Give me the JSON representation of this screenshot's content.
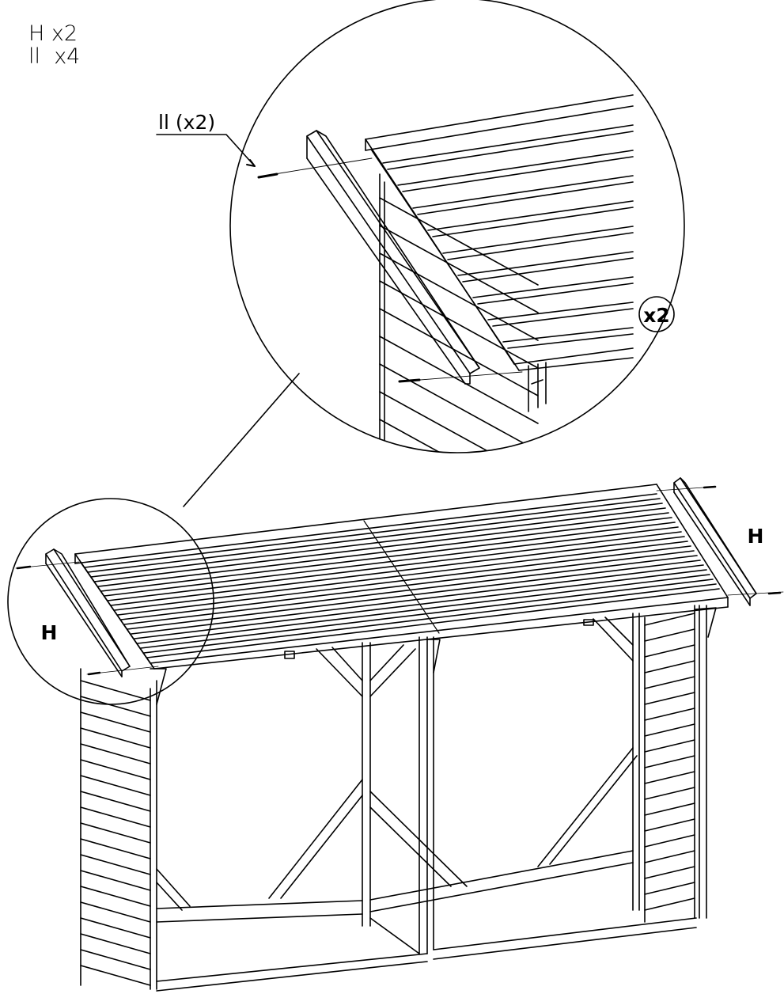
{
  "parts_list": [
    {
      "code": "H",
      "qty": "x2"
    },
    {
      "code": "ll",
      "qty": "x4"
    }
  ],
  "callout": {
    "part": "ll",
    "qty": "(x2)"
  },
  "repeat_badge": "x2",
  "labels": {
    "left_fascia": "H",
    "right_fascia": "H"
  },
  "colors": {
    "line": "#000000",
    "background": "#ffffff"
  },
  "icons": [
    "screw-icon"
  ]
}
